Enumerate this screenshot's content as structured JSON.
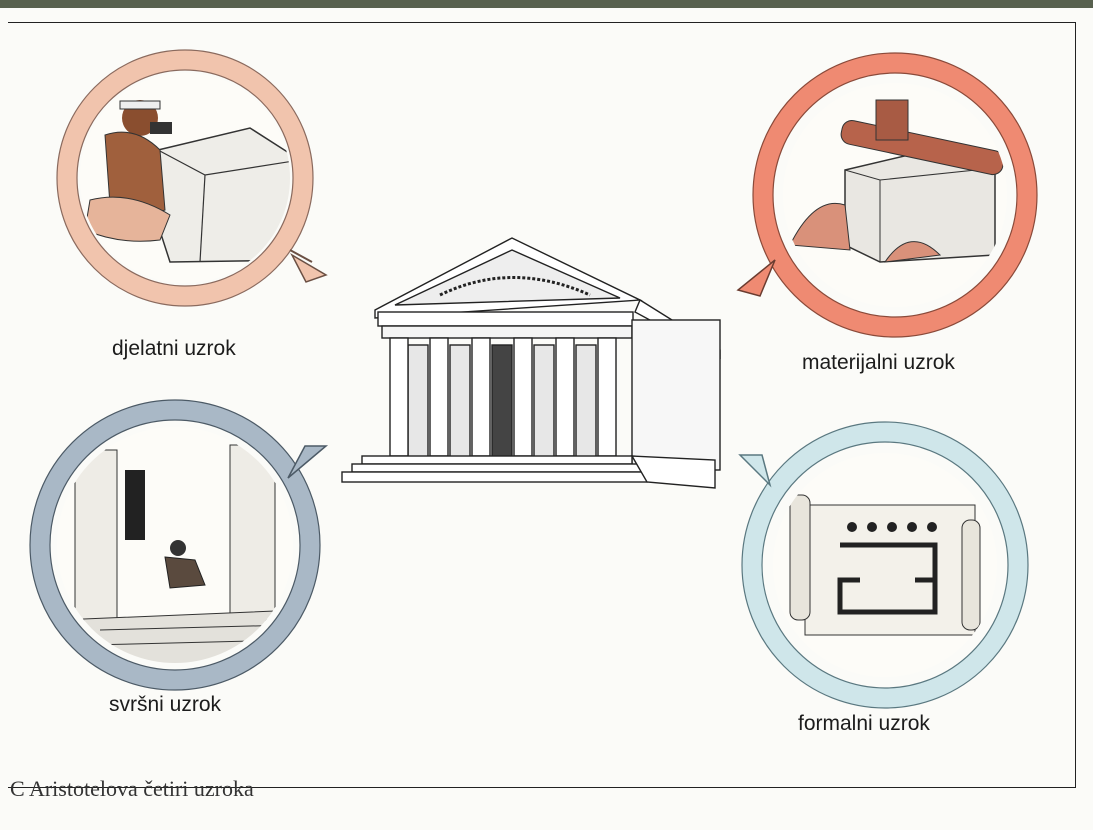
{
  "labels": {
    "efficient": "djelatni uzrok",
    "material": "materijalni uzrok",
    "final": "svršni uzrok",
    "formal": "formalni uzrok"
  },
  "caption": "C Aristotelova četiri uzroka",
  "colors": {
    "efficient_ring": "#f1c4ad",
    "material_ring": "#ef8a72",
    "final_ring": "#a9b8c6",
    "formal_ring": "#cfe6ea",
    "background": "#58614f"
  },
  "icons": {
    "efficient": "sculptor-icon",
    "material": "stone-block-icon",
    "final": "temple-interior-icon",
    "formal": "blueprint-scroll-icon",
    "center": "greek-temple-icon"
  }
}
